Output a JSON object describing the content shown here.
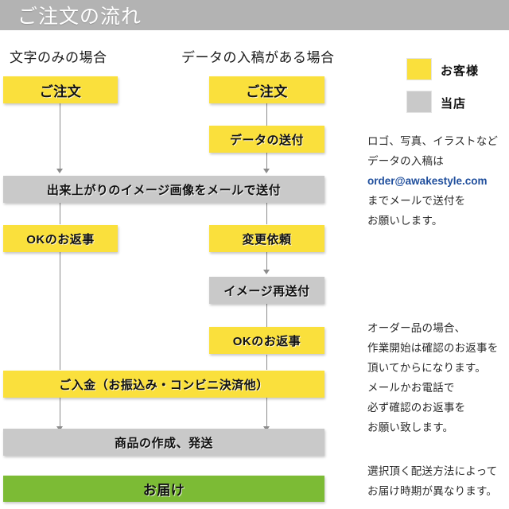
{
  "header": {
    "title": "ご注文の流れ",
    "bar_color": "#b3b3b3",
    "text_color": "#ffffff"
  },
  "colors": {
    "customer_yellow": "#fae03c",
    "shop_gray": "#c9c9c9",
    "delivery_green": "#7cbb35",
    "connector": "#8c8c8c",
    "email_link": "#1f4e9c"
  },
  "columns": [
    {
      "caption": "文字のみの場合"
    },
    {
      "caption": "データの入稿がある場合"
    }
  ],
  "flow": {
    "left_column": [
      {
        "label": "ご注文",
        "type": "customer",
        "size": "big"
      },
      {
        "label": "OKのお返事",
        "type": "customer",
        "size": "normal"
      }
    ],
    "right_column": [
      {
        "label": "ご注文",
        "type": "customer",
        "size": "big"
      },
      {
        "label": "データの送付",
        "type": "customer",
        "size": "normal"
      },
      {
        "label": "変更依頼",
        "type": "customer",
        "size": "normal"
      },
      {
        "label": "イメージ再送付",
        "type": "shop",
        "size": "normal"
      },
      {
        "label": "OKのお返事",
        "type": "customer",
        "size": "normal"
      }
    ],
    "full_width": [
      {
        "label": "出来上がりのイメージ画像をメールで送付",
        "type": "shop",
        "size": "normal"
      },
      {
        "label": "ご入金（お振込み・コンビニ決済他）",
        "type": "customer",
        "size": "normal"
      },
      {
        "label": "商品の作成、発送",
        "type": "shop",
        "size": "normal"
      },
      {
        "label": "お届け",
        "type": "delivery",
        "size": "big"
      }
    ]
  },
  "legend": {
    "items": [
      {
        "label": "お客様",
        "swatch": "yellow"
      },
      {
        "label": "当店",
        "swatch": "gray"
      }
    ]
  },
  "notes": {
    "data_submission": {
      "lines": [
        "ロゴ、写真、イラストなど",
        "データの入稿は"
      ],
      "email": "order@awakestyle.com",
      "tail_lines": [
        "までメールで送付を",
        "お願いします。"
      ]
    },
    "order_confirmation": {
      "lines": [
        "オーダー品の場合、",
        "作業開始は確認のお返事を",
        "頂いてからになります。",
        "メールかお電話で",
        "必ず確認のお返事を",
        "お願い致します。"
      ]
    },
    "shipping": {
      "lines": [
        "選択頂く配送方法によって",
        "お届け時期が異なります。"
      ]
    }
  }
}
